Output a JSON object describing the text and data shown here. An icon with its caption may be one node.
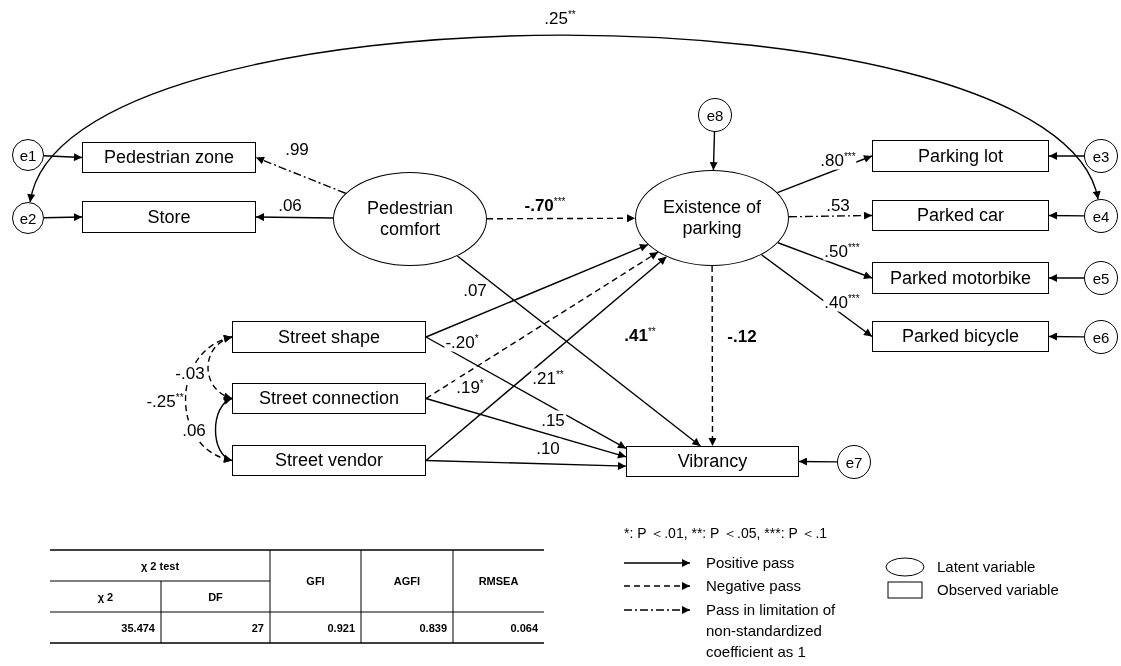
{
  "diagram": {
    "nodes": [
      {
        "text": [
          "e1"
        ]
      },
      {
        "text": [
          "Pedestrian zone"
        ]
      },
      {
        "text": [
          "e2"
        ]
      },
      {
        "text": [
          "Store"
        ]
      },
      {
        "text": [
          "Pedestrian comfort"
        ]
      },
      {
        "text": [
          "e8"
        ]
      },
      {
        "text": [
          "Existence of parking"
        ]
      },
      {
        "text": [
          "Parking lot"
        ]
      },
      {
        "text": [
          "e3"
        ]
      },
      {
        "text": [
          "Parked car"
        ]
      },
      {
        "text": [
          "e4"
        ]
      },
      {
        "text": [
          "Parked motorbike"
        ]
      },
      {
        "text": [
          "e5"
        ]
      },
      {
        "text": [
          "Street shape"
        ]
      },
      {
        "text": [
          "Parked bicycle"
        ]
      },
      {
        "text": [
          "e6"
        ]
      },
      {
        "text": [
          "Street connection"
        ]
      },
      {
        "text": [
          "Street vendor"
        ]
      },
      {
        "text": [
          "Vibrancy"
        ]
      },
      {
        "text": [
          "e7"
        ]
      }
    ],
    "edges": [
      {
        "from": 0,
        "to": 1,
        "arrow": "to"
      },
      {
        "from": 2,
        "to": 3,
        "arrow": "to"
      },
      {
        "from": 4,
        "to": 1,
        "arrow": "to",
        "label": ".99",
        "style": "dashed"
      },
      {
        "from": 4,
        "to": 3,
        "arrow": "to",
        "label": ".06"
      },
      {
        "from": 4,
        "to": 6,
        "arrow": "to",
        "label": "**-.70**$^{***}$",
        "style": "dashed"
      },
      {
        "from": 4,
        "to": 18,
        "arrow": "to",
        "label": "**.41**$^{**}$"
      },
      {
        "from": 5,
        "to": 6,
        "arrow": "to"
      },
      {
        "from": 13,
        "to": 6,
        "arrow": "to",
        "label": ".07"
      },
      {
        "from": 16,
        "to": 6,
        "arrow": "to",
        "label": "-.20$^{*}$",
        "style": "dashed"
      },
      {
        "from": 17,
        "to": 6,
        "arrow": "to",
        "label": ".19$^{*}$"
      },
      {
        "from": 13,
        "to": 18,
        "arrow": "to",
        "label": ".21$^{**}$"
      },
      {
        "from": 16,
        "to": 18,
        "arrow": "to",
        "label": ".15"
      },
      {
        "from": 17,
        "to": 18,
        "arrow": "to",
        "label": ".10"
      },
      {
        "from": 6,
        "to": 18,
        "arrow": "to",
        "label": "**-.12**",
        "style": "dashed"
      },
      {
        "from": 6,
        "to": 7,
        "arrow": "to",
        "label": ".80$^{***}$"
      },
      {
        "from": 6,
        "to": 9,
        "arrow": "to",
        "label": ".53",
        "style": "dashed"
      },
      {
        "from": 6,
        "to": 11,
        "arrow": "to",
        "label": ".50$^{***}$"
      },
      {
        "from": 6,
        "to": 14,
        "arrow": "to",
        "label": ".40$^{***}$"
      },
      {
        "from": 8,
        "to": 7,
        "arrow": "to"
      },
      {
        "from": 10,
        "to": 9,
        "arrow": "to"
      },
      {
        "from": 12,
        "to": 11,
        "arrow": "to"
      },
      {
        "from": 15,
        "to": 14,
        "arrow": "to"
      },
      {
        "from": 19,
        "to": 18,
        "arrow": "to"
      },
      {
        "from": 2,
        "to": 10,
        "arrow": "both",
        "label": ".25$^{**}$"
      },
      {
        "from": 13,
        "to": 16,
        "arrow": "both",
        "label": "-.03",
        "style": "dashed"
      },
      {
        "from": 13,
        "to": 17,
        "arrow": "both",
        "label": "-.25$^{**}$",
        "style": "dashed"
      },
      {
        "from": 16,
        "to": 17,
        "arrow": "both",
        "label": ".06"
      }
    ],
    "labels": [
      "*: P ＜.01, **: P ＜.05, ***: P ＜.1",
      "χ 2 test",
      "GFI",
      "AGFI",
      "RMSEA",
      "χ 2",
      "DF",
      "35.474",
      "27",
      "0.921",
      "0.839",
      "0.064"
    ],
    "legend": [
      {
        "text": "Positive pass"
      },
      {
        "text": "Negative pass"
      },
      {
        "text": "Pass in limitation of non-standardized coefficient as 1"
      },
      {
        "text": "Latent variable"
      },
      {
        "text": "Observed variable"
      }
    ]
  }
}
